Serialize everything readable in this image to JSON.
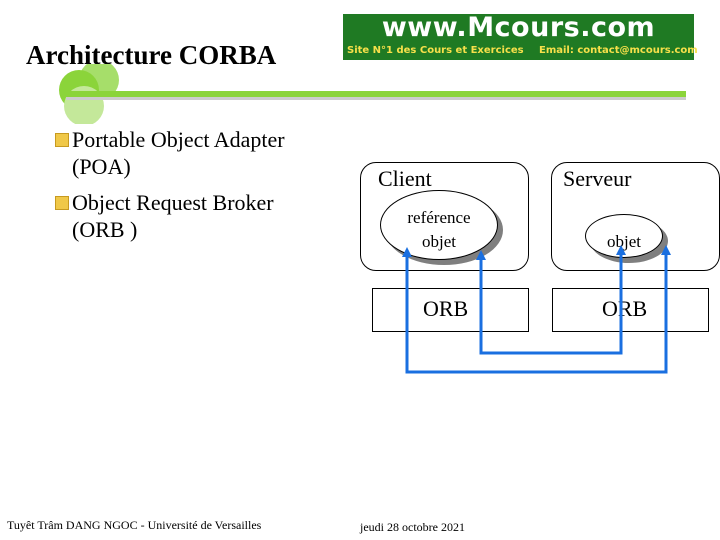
{
  "slide": {
    "title": "Architecture CORBA",
    "bullets": [
      {
        "line1": "Portable Object Adapter",
        "line2": "(POA)"
      },
      {
        "line1": "Object Request Broker",
        "line2": "(ORB )"
      }
    ]
  },
  "logo": {
    "main": "www.Mcours.com",
    "tagline": "Site N°1 des Cours et Exercices",
    "email": "Email: contact@mcours.com"
  },
  "diagram": {
    "client_label": "Client",
    "server_label": "Serveur",
    "reference_line1": "reférence",
    "reference_line2": "objet",
    "server_object": "objet",
    "client_orb": "ORB",
    "server_orb": "ORB"
  },
  "footer": {
    "author": "Tuyêt Trâm DANG NGOC - Université de Versailles",
    "date": "jeudi 28 octobre 2021"
  },
  "colors": {
    "accent_green": "#8bd43a",
    "logo_green": "#1f7a23",
    "bullet": "#f0c848",
    "connector_blue": "#1a6fe0"
  }
}
